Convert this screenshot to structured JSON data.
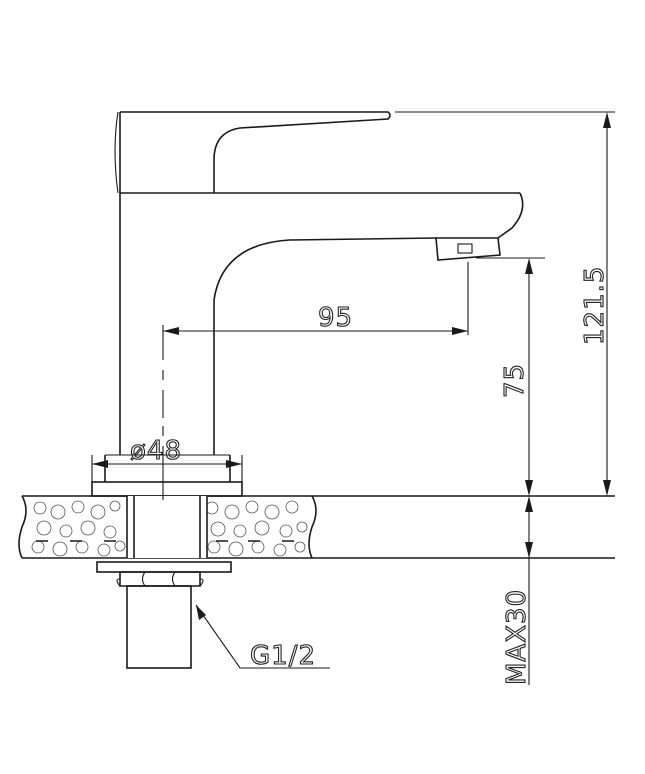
{
  "dimensions": {
    "total_height": "121.5",
    "spout_height": "75",
    "spout_reach": "95",
    "base_diameter": "ø48",
    "max_deck_thickness": "MAX30",
    "thread_size": "G1/2"
  }
}
